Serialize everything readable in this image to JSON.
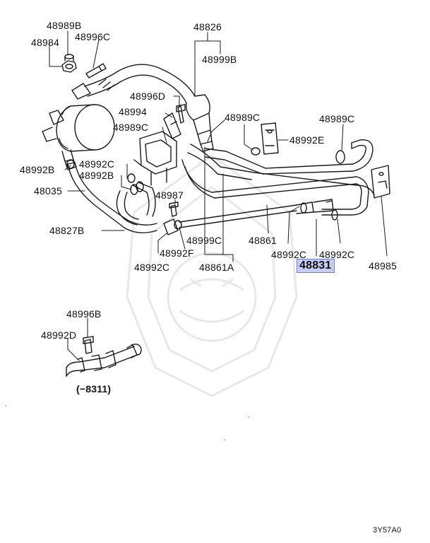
{
  "callouts": [
    {
      "id": "48989B",
      "text": "48989B"
    },
    {
      "id": "48996C_top",
      "text": "48996C"
    },
    {
      "id": "48984",
      "text": "48984"
    },
    {
      "id": "48826",
      "text": "48826"
    },
    {
      "id": "48999B",
      "text": "48999B"
    },
    {
      "id": "48996D",
      "text": "48996D"
    },
    {
      "id": "48994",
      "text": "48994"
    },
    {
      "id": "48989C_mid",
      "text": "48989C"
    },
    {
      "id": "48989C_left",
      "text": "48989C"
    },
    {
      "id": "48989C_right",
      "text": "48989C"
    },
    {
      "id": "48992E",
      "text": "48992E"
    },
    {
      "id": "48992B_left",
      "text": "48992B"
    },
    {
      "id": "48992C_upper",
      "text": "48992C"
    },
    {
      "id": "48992B_mid",
      "text": "48992B"
    },
    {
      "id": "48035",
      "text": "48035"
    },
    {
      "id": "48987",
      "text": "48987"
    },
    {
      "id": "48827B",
      "text": "48827B"
    },
    {
      "id": "48999C",
      "text": "48999C"
    },
    {
      "id": "48861",
      "text": "48861"
    },
    {
      "id": "48992F",
      "text": "48992F"
    },
    {
      "id": "48992C_bottom_left",
      "text": "48992C"
    },
    {
      "id": "48861A",
      "text": "48861A"
    },
    {
      "id": "48992C_right1",
      "text": "48992C"
    },
    {
      "id": "48992C_right2",
      "text": "48992C"
    },
    {
      "id": "48831",
      "text": "48831",
      "highlighted": true
    },
    {
      "id": "48985",
      "text": "48985"
    },
    {
      "id": "48996B",
      "text": "48996B"
    },
    {
      "id": "48992D",
      "text": "48992D"
    }
  ],
  "inset_note": "(−8311)",
  "diagram_code": "3Y57A0",
  "colors": {
    "line": "#1a1a1a",
    "highlight_fill": "#c7cdf4",
    "highlight_border": "#6f7fd8",
    "watermark": "#e6e6e6"
  }
}
